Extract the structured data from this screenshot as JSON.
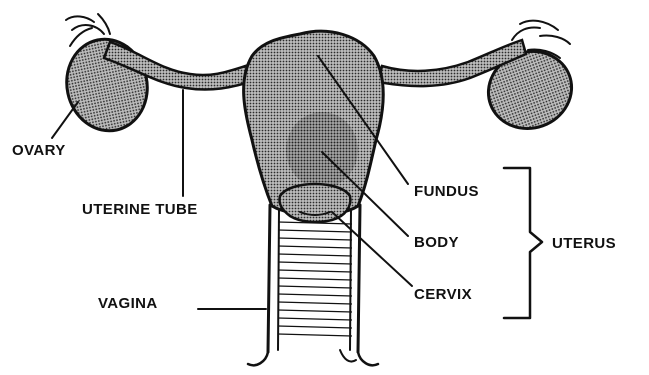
{
  "labels": {
    "ovary": "OVARY",
    "uterine_tube": "UTERINE TUBE",
    "vagina": "VAGINA",
    "fundus": "FUNDUS",
    "body": "BODY",
    "cervix": "CERVIX",
    "uterus": "UTERUS"
  },
  "colors": {
    "ink": "#111111",
    "stipple_dot": "#2b2b2b",
    "background": "#ffffff"
  }
}
